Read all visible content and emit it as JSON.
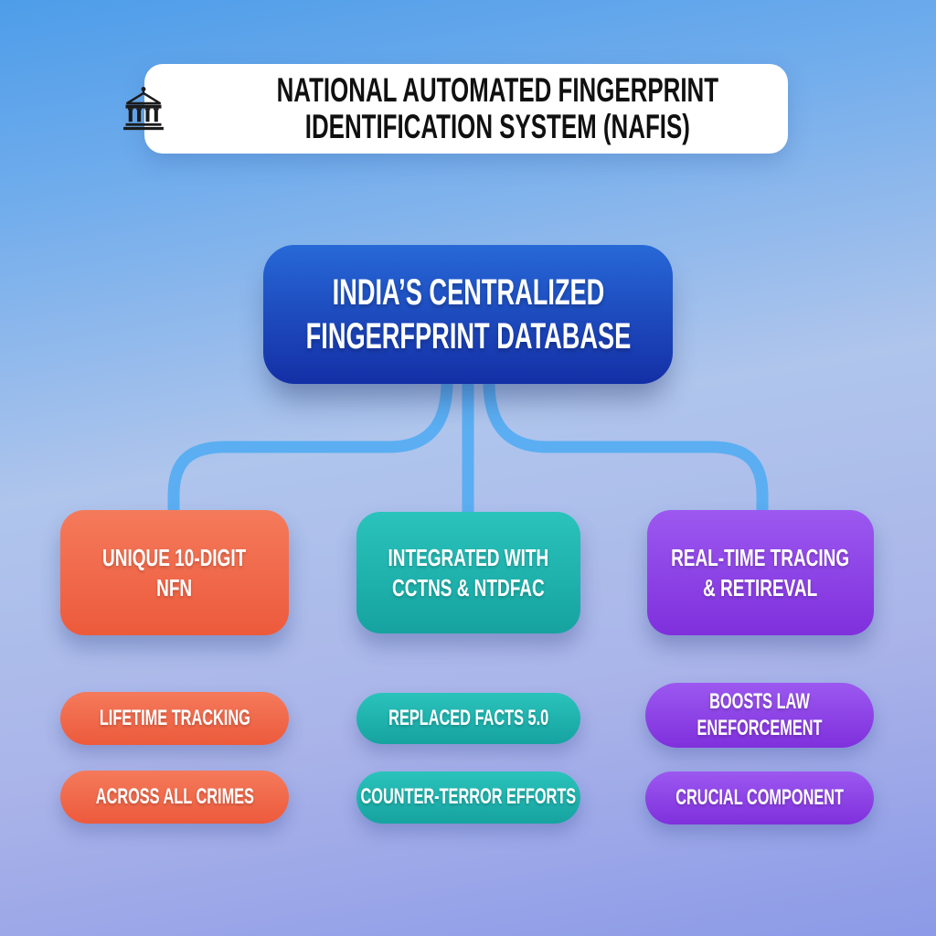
{
  "header": {
    "icon": "bank-building-icon",
    "title_line1": "NATIONAL AUTOMATED FINGERPRINT",
    "title_line2": "IDENTIFICATION SYSTEM (NAFIS)"
  },
  "root_node": {
    "title_line1": "INDIA’S CENTRALIZED",
    "title_line2": "FINGERFPRINT DATABASE",
    "color_top": "#2768D7",
    "color_bottom": "#142FA6"
  },
  "connectors": {
    "color": "#5BAEF2",
    "style": "rounded-elbow"
  },
  "background": {
    "top": "#4E9DE9",
    "middle": "#AFC5EC",
    "bottom": "#8C9AE7"
  },
  "branches": [
    {
      "id": "unique-nfn",
      "accent": "#ED5A3C",
      "title_line1": "UNIQUE 10-DIGIT",
      "title_line2": "NFN",
      "pills": [
        "LIFETIME TRACKING",
        "ACROSS ALL CRIMES"
      ]
    },
    {
      "id": "integration",
      "accent": "#16A3A0",
      "title_line1": "INTEGRATED WITH",
      "title_line2": "CCTNS & NTDFAC",
      "pills": [
        "REPLACED FACTS 5.0",
        "COUNTER-TERROR EFFORTS"
      ]
    },
    {
      "id": "real-time",
      "accent": "#7F30DC",
      "title_line1": "REAL-TIME TRACING",
      "title_line2": "& RETIREVAL",
      "pills": [
        "BOOSTS LAW ENEFORCEMENT",
        "CRUCIAL COMPONENT"
      ]
    }
  ]
}
